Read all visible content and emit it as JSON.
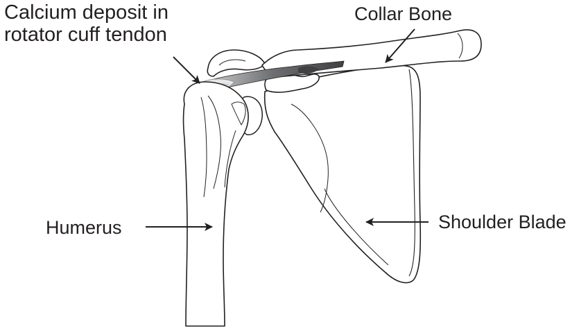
{
  "labels": {
    "calcium_deposit_line1": "Calcium deposit in",
    "calcium_deposit_line2": "rotator cuff tendon",
    "collar_bone": "Collar Bone",
    "humerus": "Humerus",
    "shoulder_blade": "Shoulder Blade"
  },
  "colors": {
    "outline": "#231f20",
    "text": "#231f20",
    "tendon_shade": "#6d6e71",
    "calcium_highlight": "#e6e7e8",
    "background": "#ffffff"
  },
  "icons": {
    "arrow": "right-pointing arrow"
  }
}
